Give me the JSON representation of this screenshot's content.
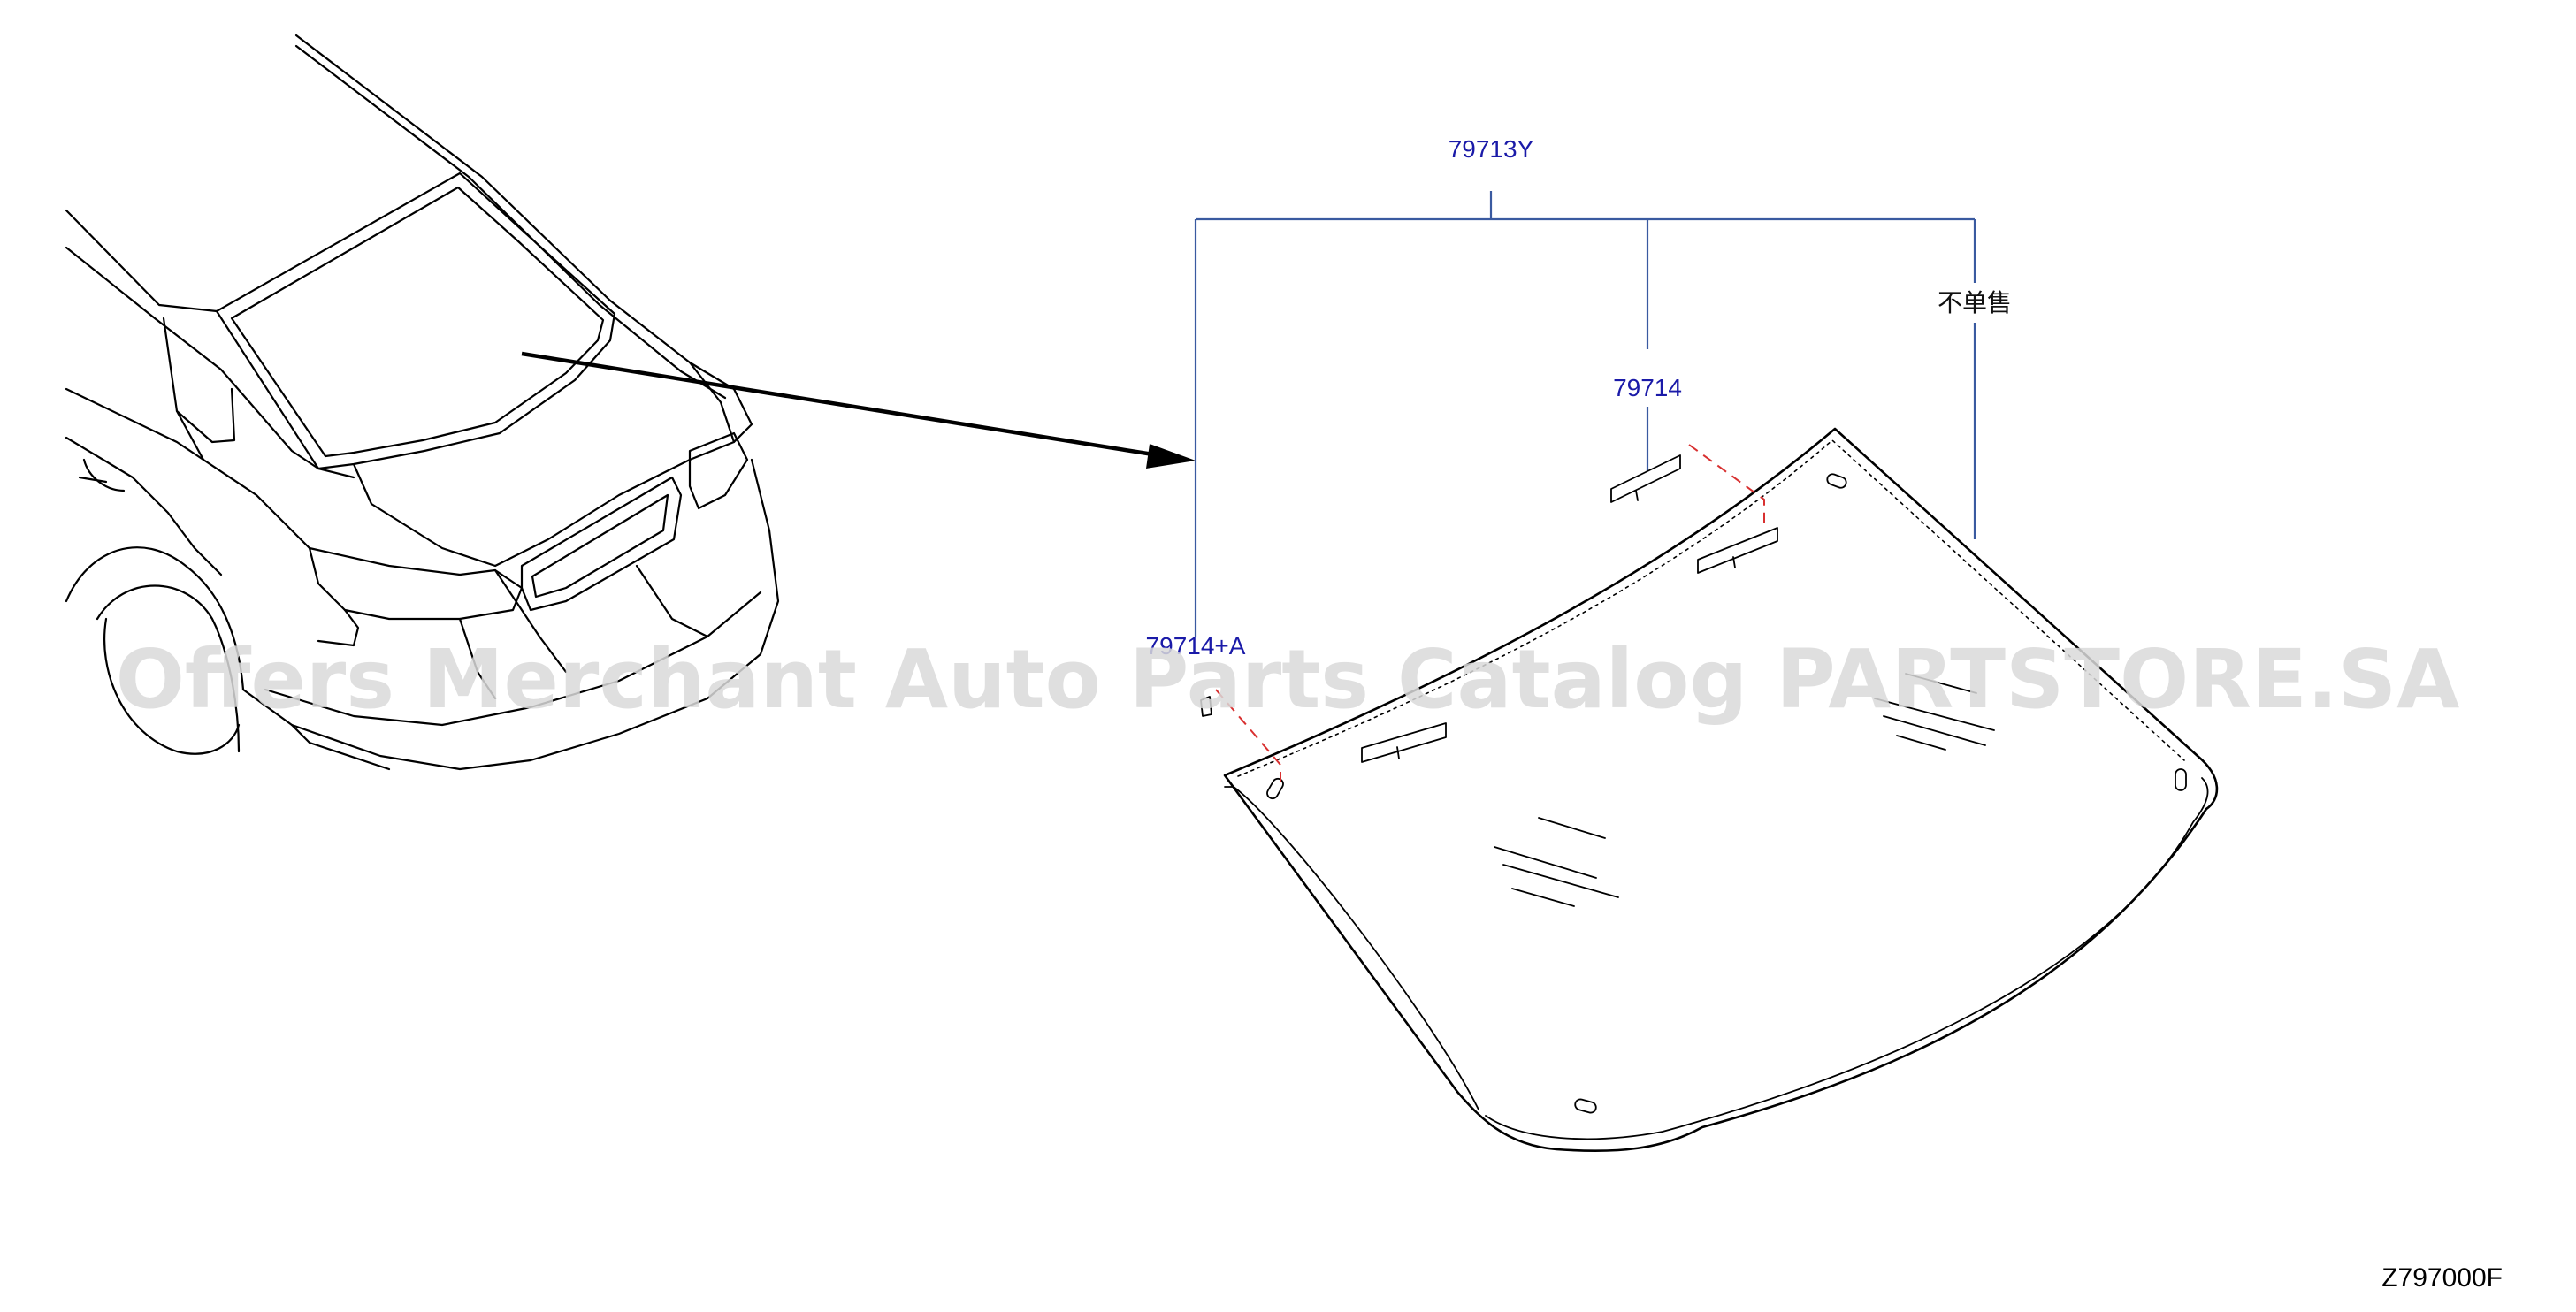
{
  "labels": {
    "assembly": "79713Y",
    "clip": "79714",
    "clip_a": "79714+A",
    "not_sold": "不单售"
  },
  "watermark": "Offers Merchant Auto Parts Catalog PARTSTORE.SA",
  "diagram_code": "Z797000F",
  "colors": {
    "label": "#1a1aa8",
    "leader": "#3a5aa0",
    "assembly_dash": "#d83030",
    "line": "#000000",
    "watermark": "#d9d9d9"
  }
}
